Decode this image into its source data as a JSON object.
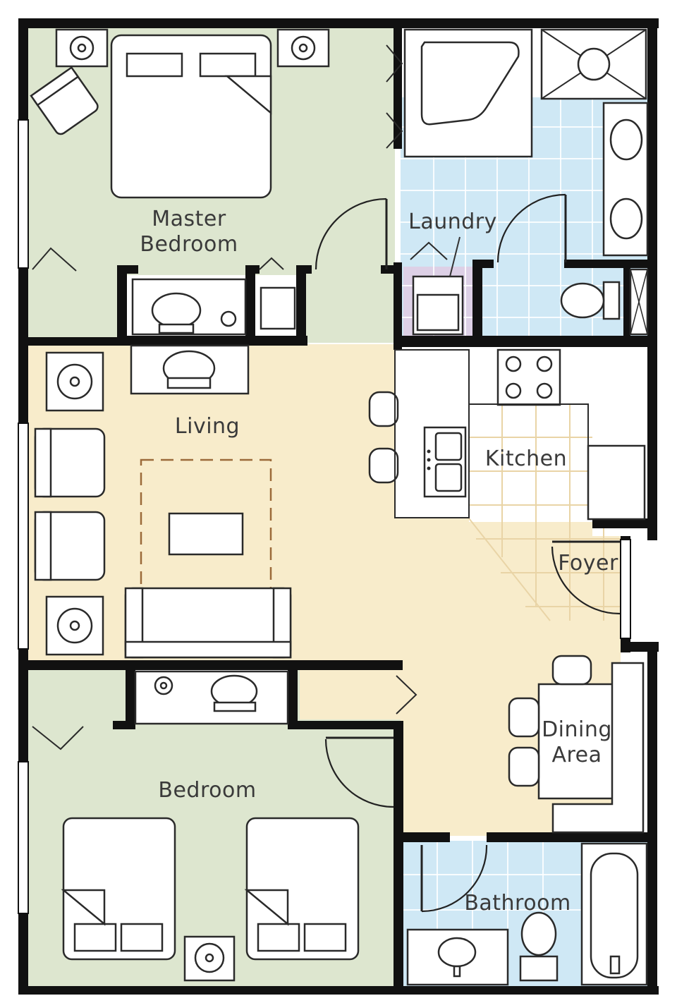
{
  "rooms": {
    "master_bedroom": {
      "line1": "Master",
      "line2": "Bedroom"
    },
    "laundry": "Laundry",
    "living": "Living",
    "kitchen": "Kitchen",
    "foyer": "Foyer",
    "dining": {
      "line1": "Dining",
      "line2": "Area"
    },
    "bedroom": "Bedroom",
    "bathroom": "Bathroom"
  },
  "colors": {
    "bedroom_fill": "#dde6cf",
    "living_fill": "#f8eccb",
    "bath_fill": "#cfe8f5",
    "laundry_fill": "#ddd0e6",
    "wall": "#111111",
    "furniture": "#ffffff"
  }
}
